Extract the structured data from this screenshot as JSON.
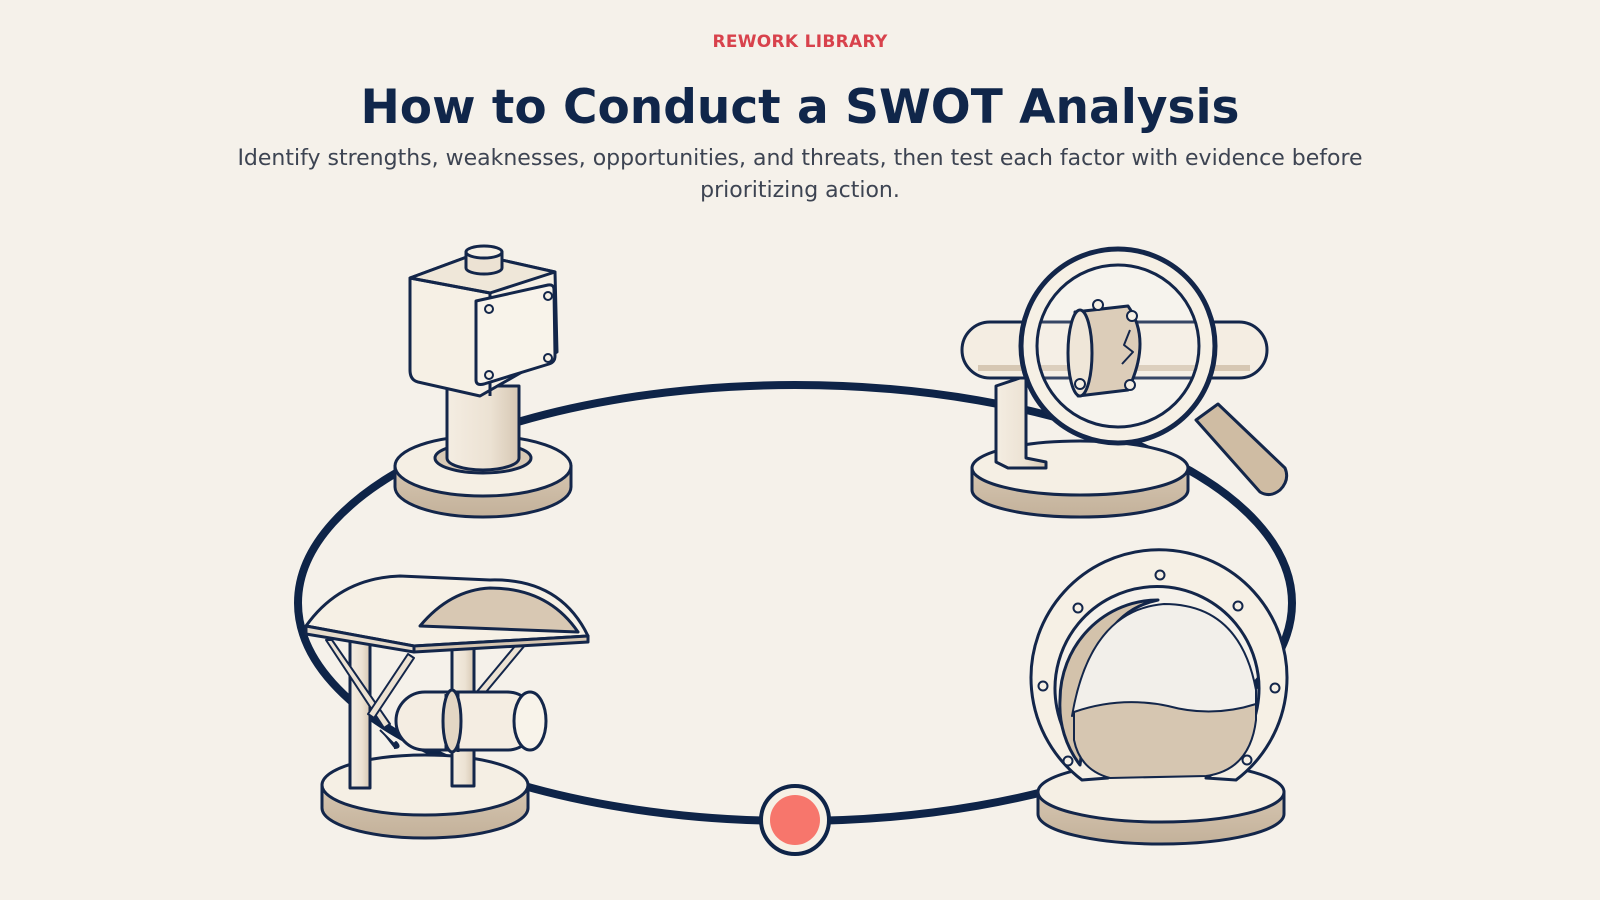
{
  "header": {
    "eyebrow": "REWORK LIBRARY",
    "title": "How to Conduct a SWOT Analysis",
    "subtitle": "Identify strengths, weaknesses, opportunities, and threats, then test each factor with evidence before prioritizing action."
  },
  "colors": {
    "background": "#f5f1ea",
    "accent": "#d8424c",
    "title": "#10264a",
    "ring": "#0e2448",
    "marker": "#f7766c",
    "base_tan": "#cdbca6",
    "cream": "#f6f0e5"
  },
  "diagram": {
    "icons": [
      "junction-box-on-pedestal-icon",
      "pipe-inspection-magnifier-icon",
      "covered-pipe-station-icon",
      "porthole-hatch-icon"
    ],
    "marker": "progress-marker"
  }
}
